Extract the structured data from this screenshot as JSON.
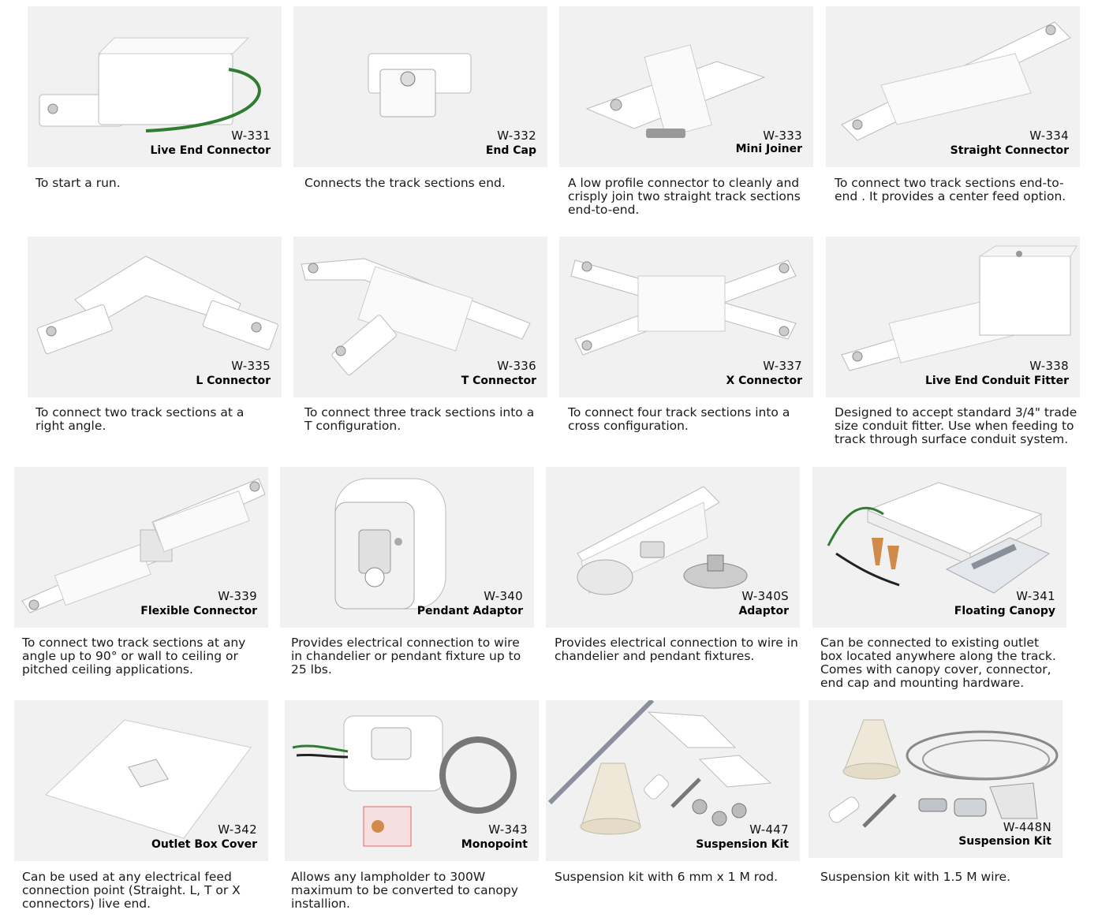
{
  "products": [
    {
      "code": "W-331",
      "name": "Live End Connector",
      "description": "To start a run.",
      "icon": "live-end-connector"
    },
    {
      "code": "W-332",
      "name": "End Cap",
      "description": "Connects the track sections end.",
      "icon": "end-cap"
    },
    {
      "code": "W-333",
      "name": "Mini Joiner",
      "description": "A low profile connector to cleanly and crisply join two straight track sections end-to-end.",
      "icon": "mini-joiner"
    },
    {
      "code": "W-334",
      "name": "Straight Connector",
      "description": "To connect two track sections end-to-end . It provides a center feed option.",
      "icon": "straight-connector"
    },
    {
      "code": "W-335",
      "name": "L Connector",
      "description": "To connect two track sections at a right angle.",
      "icon": "l-connector"
    },
    {
      "code": "W-336",
      "name": "T Connector",
      "description": "To connect three track sections into a T configuration.",
      "icon": "t-connector"
    },
    {
      "code": "W-337",
      "name": "X Connector",
      "description": "To connect four track sections into a cross configuration.",
      "icon": "x-connector"
    },
    {
      "code": "W-338",
      "name": "Live End Conduit Fitter",
      "description": "Designed to accept standard 3/4\" trade size conduit fitter. Use when feeding to track through surface conduit system.",
      "icon": "conduit-fitter"
    },
    {
      "code": "W-339",
      "name": "Flexible Connector",
      "description": "To connect two track sections at any angle up to 90° or wall to ceiling or pitched ceiling applications.",
      "icon": "flexible-connector"
    },
    {
      "code": "W-340",
      "name": "Pendant Adaptor",
      "description": "Provides electrical connection to wire in chandelier or pendant fixture up to 25 lbs.",
      "icon": "pendant-adaptor"
    },
    {
      "code": "W-340S",
      "name": "Adaptor",
      "description": "Provides electrical connection to wire in chandelier and pendant fixtures.",
      "icon": "adaptor"
    },
    {
      "code": "W-341",
      "name": "Floating Canopy",
      "description": "Can be connected to existing outlet box located anywhere along the track. Comes with canopy cover, connector, end cap and mounting hardware.",
      "icon": "floating-canopy"
    },
    {
      "code": "W-342",
      "name": "Outlet Box Cover",
      "description": "Can be used at any electrical feed connection point (Straight. L, T or X connectors) live end.",
      "icon": "outlet-box-cover"
    },
    {
      "code": "W-343",
      "name": "Monopoint",
      "description": "Allows any lampholder to 300W maximum to be converted to canopy installion.",
      "icon": "monopoint"
    },
    {
      "code": "W-447",
      "name": "Suspension Kit",
      "description": "Suspension kit with 6 mm x 1 M rod.",
      "icon": "suspension-kit-rod"
    },
    {
      "code": "W-448N",
      "name": "Suspension Kit",
      "description": "Suspension kit with 1.5 M wire.",
      "icon": "suspension-kit-wire"
    }
  ]
}
